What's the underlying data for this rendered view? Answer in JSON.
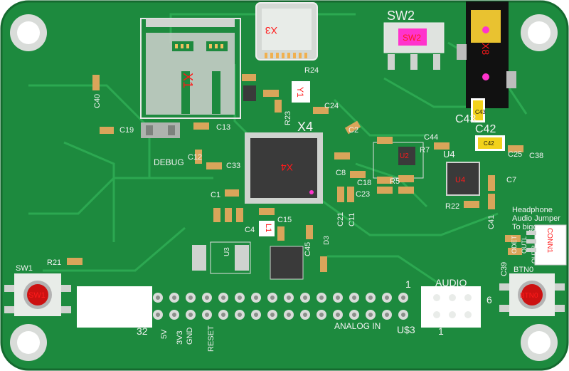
{
  "board": {
    "colors": {
      "pcb": "#1d8a3e",
      "pcb_light": "#24a04a",
      "trace": "#2fae55",
      "pad": "#cfd8d0",
      "silk": "#f2f2f2",
      "ref": "#ff1a1a",
      "ic": "#3a3a3a",
      "cap": "#d9a55a",
      "yellow": "#f2d21b"
    },
    "labels": {
      "x1": "X1",
      "x3": "X3",
      "x4_silk": "X4",
      "x4_ref": "X4",
      "x8": "X8",
      "sw2_silk": "SW2",
      "sw2_ref": "SW2",
      "sw1_silk": "SW1",
      "sw1_ref": "SW1",
      "btn0": "BTN0",
      "u3": "U3",
      "u4_silk": "U4",
      "u4_ref": "U4",
      "u2": "U2",
      "y1": "Y1",
      "l1": "L1",
      "d3": "D3",
      "conn1": "CONN1",
      "debug": "DEBUG",
      "c1": "C1",
      "c2": "C2",
      "c4": "C4",
      "c7": "C7",
      "c8": "C8",
      "c11": "C11",
      "c12": "C12",
      "c13": "C13",
      "c15": "C15",
      "c18": "C18",
      "c19": "C19",
      "c21": "C21",
      "c23": "C23",
      "c24": "C24",
      "c25": "C25",
      "c33": "C33",
      "c38": "C38",
      "c39": "C39",
      "c40": "C40",
      "c41": "C41",
      "c42": "C42",
      "c43": "C43",
      "c44": "C44",
      "c45": "C45",
      "r5": "R5",
      "r7": "R7",
      "r21": "R21",
      "r22": "R22",
      "r23": "R23",
      "r24": "R24",
      "headphone_note": [
        "Headphone",
        "Audio Jumper",
        "To bigger amp"
      ],
      "jumper_pins": [
        "ODET",
        "OUTL",
        "OUTR"
      ],
      "audio": "AUDIO",
      "pin_one": "1",
      "pin_six": "6",
      "pin_one_b": "1",
      "pin_32": "32",
      "pin_5v": "5V",
      "pin_3v3": "3V3",
      "pin_gnd": "GND",
      "pin_reset": "RESET",
      "analog_in": "ANALOG IN",
      "u3_label": "U$3"
    }
  }
}
